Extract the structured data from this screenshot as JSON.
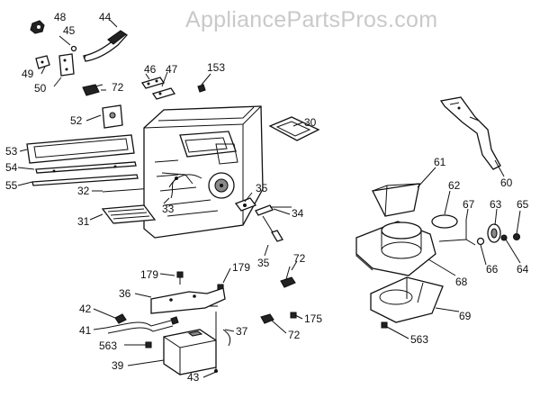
{
  "watermark": "AppliancePartsPros.com",
  "callouts": {
    "c48": "48",
    "c45": "45",
    "c44": "44",
    "c49": "49",
    "c50": "50",
    "c72a": "72",
    "c46": "46",
    "c47": "47",
    "c153": "153",
    "c52": "52",
    "c30": "30",
    "c53": "53",
    "c54": "54",
    "c55": "55",
    "c32": "32",
    "c33": "33",
    "c31": "31",
    "c35a": "35",
    "c34": "34",
    "c35b": "35",
    "c72b": "72",
    "c179a": "179",
    "c179b": "179",
    "c36": "36",
    "c42": "42",
    "c41": "41",
    "c563a": "563",
    "c39": "39",
    "c43": "43",
    "c37": "37",
    "c72c": "72",
    "c175": "175",
    "c60": "60",
    "c61": "61",
    "c62": "62",
    "c67": "67",
    "c63": "63",
    "c65": "65",
    "c66": "66",
    "c64": "64",
    "c68": "68",
    "c69": "69",
    "c563b": "563"
  }
}
